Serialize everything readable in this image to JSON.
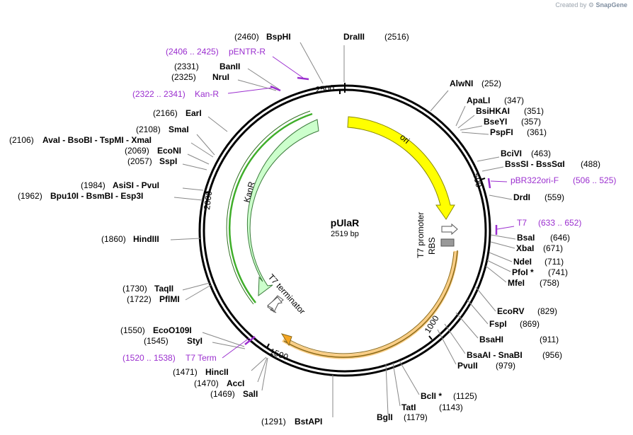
{
  "credit": {
    "prefix": "Created by",
    "brand": "SnapGene"
  },
  "plasmid": {
    "name": "pUlaR",
    "length_label": "2519 bp",
    "length": 2519
  },
  "ticks": [
    "500",
    "1000",
    "1500",
    "2000",
    "2500"
  ],
  "features": [
    {
      "name": "ori",
      "color": "#ffff00",
      "stroke": "#8a8a00"
    },
    {
      "name": "KanR",
      "color": "#ccffcc",
      "stroke": "#3a7a3a"
    },
    {
      "name": "T7 promoter",
      "color": "#ffffff",
      "stroke": "#555555"
    },
    {
      "name": "RBS",
      "color": "#999999",
      "stroke": "#555555"
    },
    {
      "name": "T7 terminator",
      "color": "#ffffff",
      "stroke": "#555555"
    }
  ],
  "sites": [
    {
      "name": "BspHI",
      "pos": "(2460)"
    },
    {
      "name": "DraIII",
      "pos": "(2516)"
    },
    {
      "name": "AlwNI",
      "pos": "(252)"
    },
    {
      "name": "ApaLI",
      "pos": "(347)"
    },
    {
      "name": "BsiHKAI",
      "pos": "(351)"
    },
    {
      "name": "BseYI",
      "pos": "(357)"
    },
    {
      "name": "PspFI",
      "pos": "(361)"
    },
    {
      "name": "BciVI",
      "pos": "(463)"
    },
    {
      "name": "BssSI - BssSαI",
      "pos": "(488)"
    },
    {
      "name": "DrdI",
      "pos": "(559)"
    },
    {
      "name": "BsaI",
      "pos": "(646)"
    },
    {
      "name": "XbaI",
      "pos": "(671)"
    },
    {
      "name": "NdeI",
      "pos": "(711)"
    },
    {
      "name": "PfoI *",
      "pos": "(741)"
    },
    {
      "name": "MfeI",
      "pos": "(758)"
    },
    {
      "name": "EcoRV",
      "pos": "(829)"
    },
    {
      "name": "FspI",
      "pos": "(869)"
    },
    {
      "name": "BsaHI",
      "pos": "(911)"
    },
    {
      "name": "BsaAI - SnaBI",
      "pos": "(956)"
    },
    {
      "name": "PvuII",
      "pos": "(979)"
    },
    {
      "name": "BclI *",
      "pos": "(1125)"
    },
    {
      "name": "TatI",
      "pos": "(1143)"
    },
    {
      "name": "BglI",
      "pos": "(1179)"
    },
    {
      "name": "BstAPI",
      "pos": "(1291)"
    },
    {
      "name": "SalI",
      "pos": "(1469)"
    },
    {
      "name": "AccI",
      "pos": "(1470)"
    },
    {
      "name": "HincII",
      "pos": "(1471)"
    },
    {
      "name": "StyI",
      "pos": "(1545)"
    },
    {
      "name": "EcoO109I",
      "pos": "(1550)"
    },
    {
      "name": "PflMI",
      "pos": "(1722)"
    },
    {
      "name": "TaqII",
      "pos": "(1730)"
    },
    {
      "name": "HindIII",
      "pos": "(1860)"
    },
    {
      "name": "Bpu10I - BsmBI - Esp3I",
      "pos": "(1962)"
    },
    {
      "name": "AsiSI - PvuI",
      "pos": "(1984)"
    },
    {
      "name": "SspI",
      "pos": "(2057)"
    },
    {
      "name": "EcoNI",
      "pos": "(2069)"
    },
    {
      "name": "AvaI - BsoBI - TspMI - XmaI",
      "pos": "(2106)"
    },
    {
      "name": "SmaI",
      "pos": "(2108)"
    },
    {
      "name": "EarI",
      "pos": "(2166)"
    },
    {
      "name": "NruI",
      "pos": "(2325)"
    },
    {
      "name": "BanII",
      "pos": "(2331)"
    }
  ],
  "primers": [
    {
      "name": "pENTR-R",
      "range": "(2406 .. 2425)"
    },
    {
      "name": "Kan-R",
      "range": "(2322 .. 2341)"
    },
    {
      "name": "pBR322ori-F",
      "range": "(506 .. 525)"
    },
    {
      "name": "T7",
      "range": "(633 .. 652)"
    },
    {
      "name": "T7 Term",
      "range": "(1520 .. 1538)"
    }
  ],
  "colors": {
    "primer": "#9b2fcf",
    "highlight": "#f5a623"
  }
}
